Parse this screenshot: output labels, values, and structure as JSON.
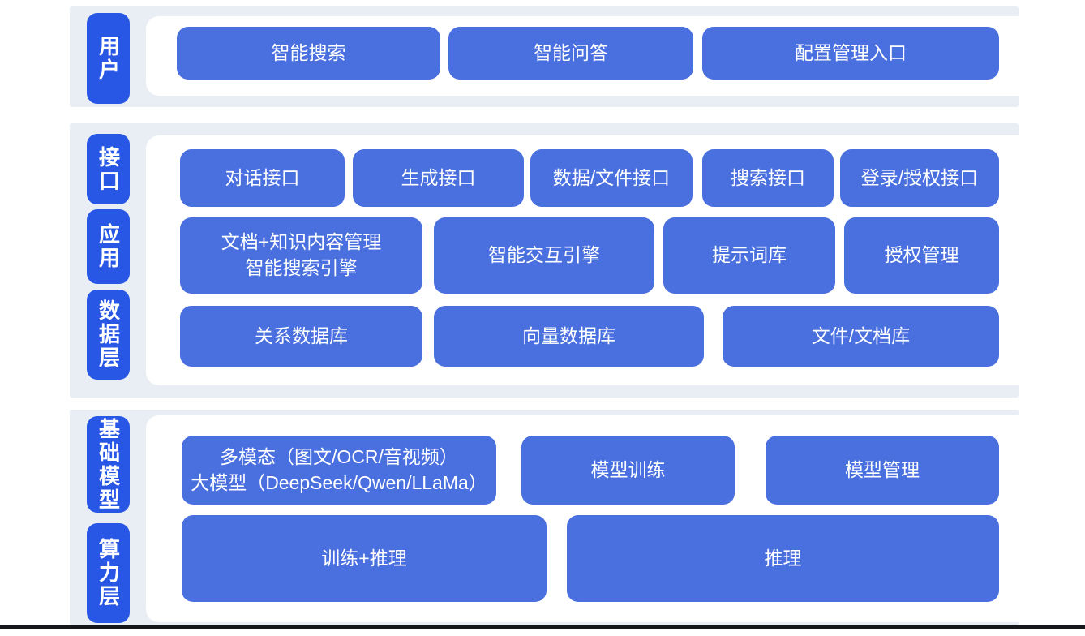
{
  "colors": {
    "tab_blue": "#2957E5",
    "box_blue": "#4A70E0",
    "section_background": "#E9EDF4",
    "panel_background": "#FFFFFF",
    "text": "#FFFFFF",
    "bottom_edge": "#17181C"
  },
  "sections": {
    "user": {
      "tab": "用户",
      "boxes": {
        "smart_search": "智能搜索",
        "smart_qa": "智能问答",
        "config_entry": "配置管理入口"
      }
    },
    "platform": {
      "tabs": {
        "interface": "接口",
        "application": "应用",
        "data_layer": "数据层"
      },
      "interface_row": {
        "dialog": "对话接口",
        "generation": "生成接口",
        "data_file": "数据/文件接口",
        "search": "搜索接口",
        "login_auth": "登录/授权接口"
      },
      "application_row": {
        "doc_knowledge": "文档+知识内容管理\n智能搜索引擎",
        "interaction_engine": "智能交互引擎",
        "prompt_library": "提示词库",
        "auth_management": "授权管理"
      },
      "data_row": {
        "relational_db": "关系数据库",
        "vector_db": "向量数据库",
        "file_doc_store": "文件/文档库"
      }
    },
    "foundation": {
      "tabs": {
        "base_model": "基础模型",
        "compute_layer": "算力层"
      },
      "model_row": {
        "multimodal_llm": "多模态（图文/OCR/音视频）\n大模型（DeepSeek/Qwen/LLaMa）",
        "model_training": "模型训练",
        "model_management": "模型管理"
      },
      "compute_row": {
        "training_inference": "训练+推理",
        "inference": "推理"
      }
    }
  }
}
